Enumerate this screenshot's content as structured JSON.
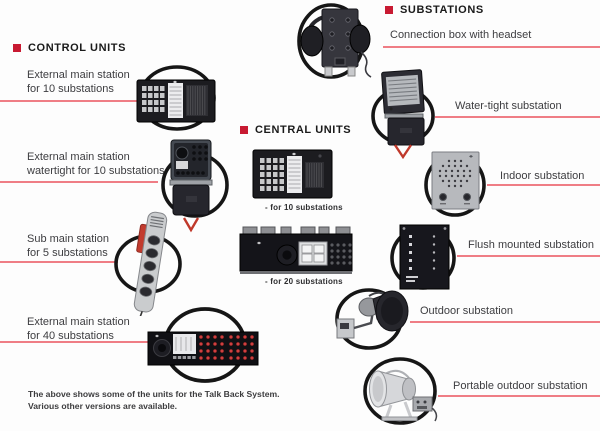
{
  "sections": {
    "control_units": {
      "title": "CONTROL UNITS"
    },
    "central_units": {
      "title": "CENTRAL UNITS"
    },
    "substations": {
      "title": "SUBSTATIONS"
    }
  },
  "control_units": {
    "items": [
      {
        "line1": "External main station",
        "line2": "for 10 substations"
      },
      {
        "line1": "External main station",
        "line2": "watertight for 10 substations"
      },
      {
        "line1": "Sub main station",
        "line2": "for 5 substations"
      },
      {
        "line1": "External main station",
        "line2": "for 40 substations"
      }
    ]
  },
  "central_units": {
    "items": [
      {
        "caption": "- for 10 substations"
      },
      {
        "caption": "- for 20 substations"
      }
    ]
  },
  "substations": {
    "items": [
      {
        "label": "Connection box with headset"
      },
      {
        "label": "Water-tight substation"
      },
      {
        "label": "Indoor substation"
      },
      {
        "label": "Flush mounted substation"
      },
      {
        "label": "Outdoor substation"
      },
      {
        "label": "Portable outdoor substation"
      }
    ]
  },
  "footer": {
    "line1": "The above shows some of the units for the Talk Back System.",
    "line2": "Various other versions are available."
  },
  "colors": {
    "accent_red": "#c81a32",
    "connector_red": "#ef7d85",
    "heading_black": "#1a1a1a",
    "label_gray": "#3d3d40"
  }
}
